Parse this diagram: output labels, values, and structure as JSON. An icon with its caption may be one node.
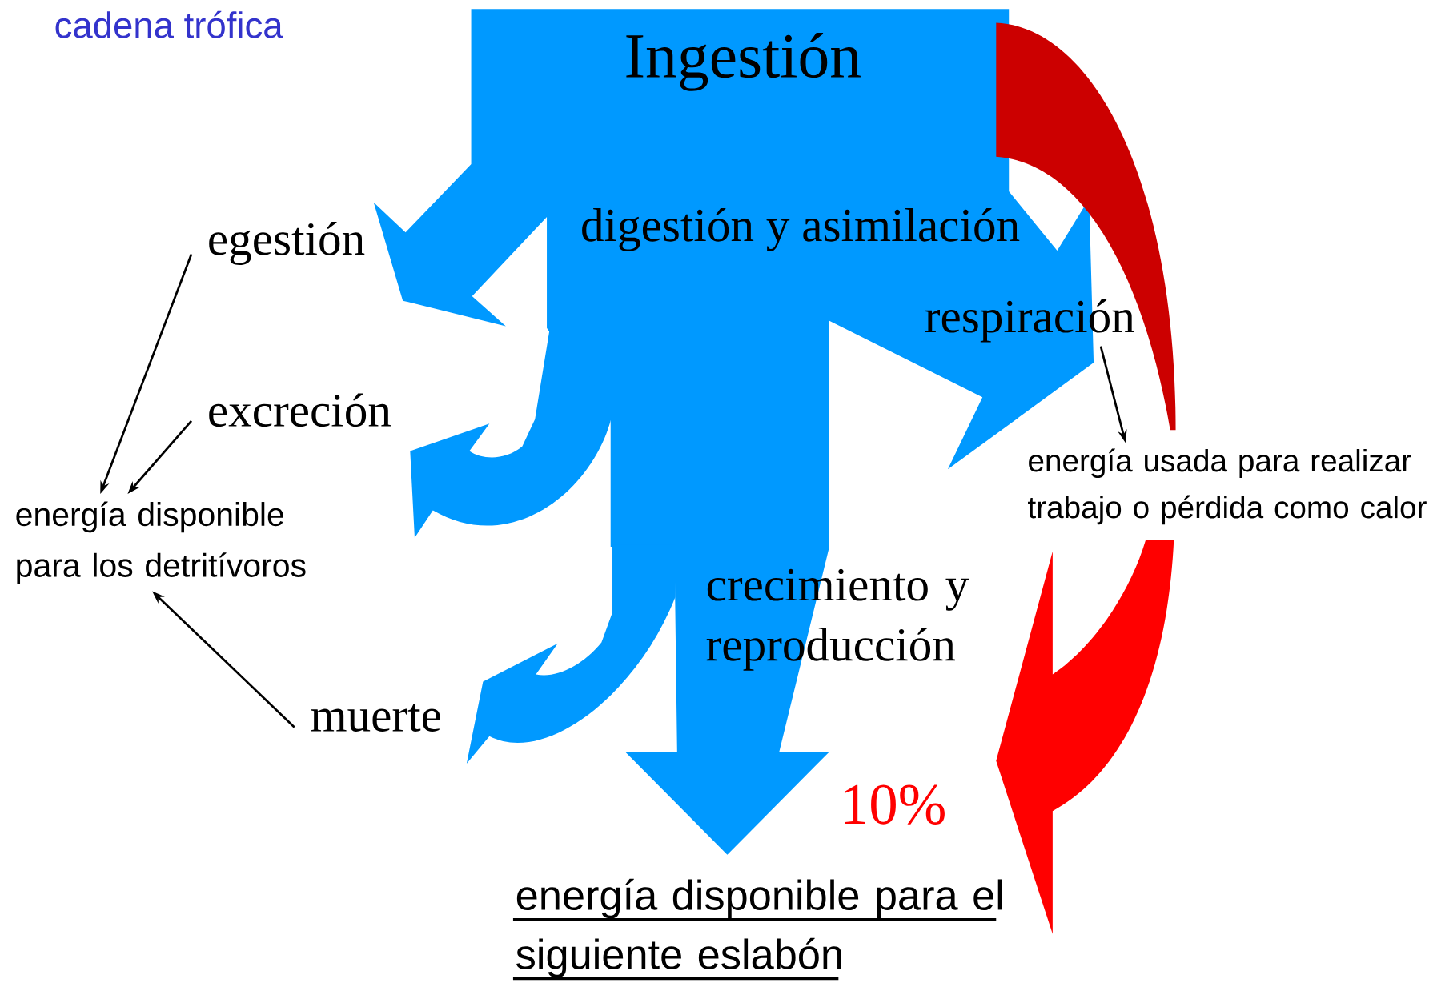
{
  "diagram": {
    "nodes": [
      {
        "text": [
          "egestión"
        ]
      },
      {
        "text": [
          "respiración"
        ]
      },
      {
        "text": [
          "excreción"
        ]
      },
      {
        "text": [
          "energía usada para realizar trabajo o pérdida como calor"
        ]
      },
      {
        "text": [
          "energía disponible para los detritívoros"
        ]
      },
      {
        "text": [
          "muerte"
        ]
      }
    ],
    "edges": [
      {
        "from": 0,
        "to": 4,
        "arrow": "to"
      },
      {
        "from": 2,
        "to": 4,
        "arrow": "to"
      },
      {
        "from": 5,
        "to": 4,
        "arrow": "to"
      },
      {
        "from": 1,
        "to": 3,
        "arrow": "to"
      }
    ],
    "labels": [
      "cadena trófica",
      "Ingestión",
      "digestión y asimilación",
      "crecimiento y reproducción",
      "10%",
      "energía disponible para el siguiente eslabón"
    ]
  }
}
